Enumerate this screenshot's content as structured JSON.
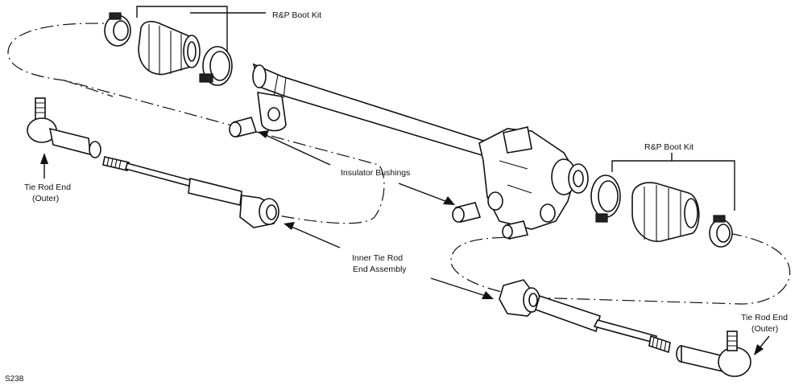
{
  "labels": {
    "rp_boot_kit_top": "R&P Boot Kit",
    "rp_boot_kit_right": "R&P Boot Kit",
    "insulator_bushings": "Insulator Bushings",
    "tie_rod_end_outer_left": [
      "Tie Rod End",
      "(Outer)"
    ],
    "tie_rod_end_outer_right": [
      "Tie Rod End",
      "(Outer)"
    ],
    "inner_tie_rod_end_assembly": [
      "Inner Tie Rod",
      "End Assembly"
    ]
  },
  "figure_id": "S238"
}
